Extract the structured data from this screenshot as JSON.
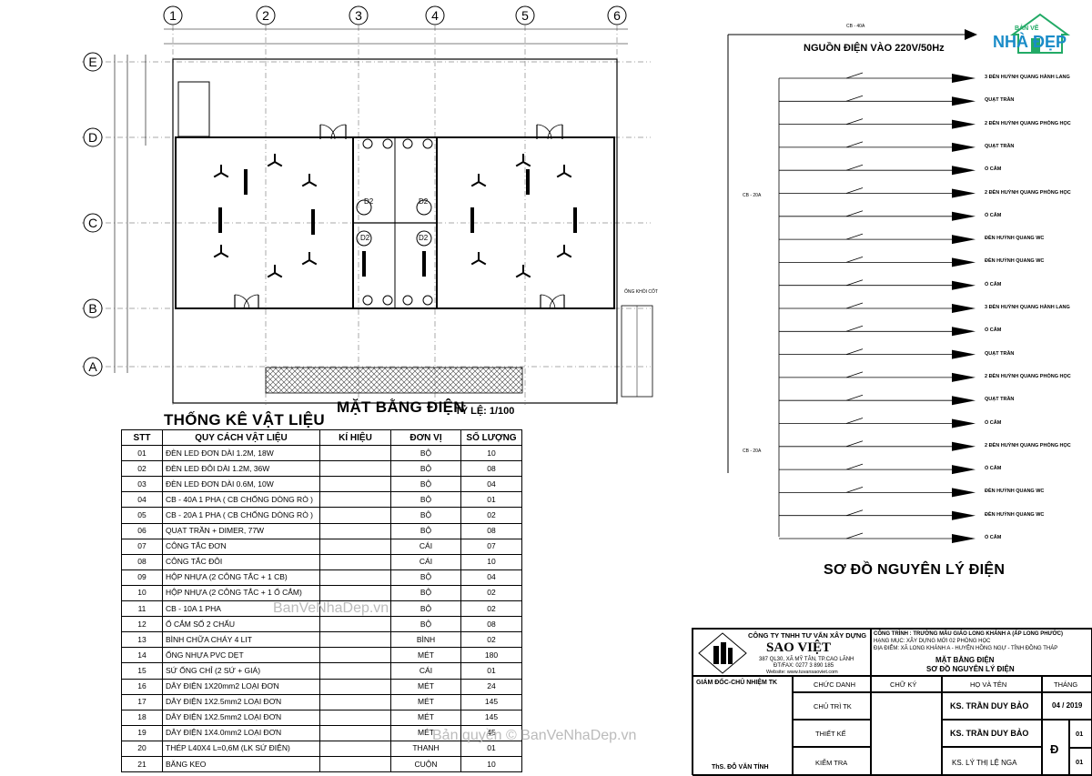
{
  "plan": {
    "grid_columns": [
      "1",
      "2",
      "3",
      "4",
      "5",
      "6"
    ],
    "grid_rows": [
      "E",
      "D",
      "C",
      "B",
      "A"
    ],
    "title": "MẶT BẰNG ĐIỆN",
    "scale": "TỶ LỆ: 1/100",
    "door_tags": [
      "D2",
      "D2",
      "D2",
      "D2"
    ],
    "note": "ỐNG KHÓI CỐT"
  },
  "diagram": {
    "source_label": "NGUỒN ĐIỆN VÀO 220V/50Hz",
    "title": "SƠ ĐỒ NGUYÊN LÝ ĐIỆN",
    "main_breaker": "CB - 40A",
    "branch_breakers": [
      "CB - 20A",
      "CB - 20A"
    ],
    "loads": [
      "3 ĐÈN HUỲNH QUANG HÀNH LANG",
      "QUẠT TRẦN",
      "2 ĐÈN HUỲNH QUANG PHÒNG HỌC",
      "QUẠT TRẦN",
      "Ổ CẮM",
      "2 ĐÈN HUỲNH QUANG PHÒNG HỌC",
      "Ổ CẮM",
      "ĐÈN HUỲNH QUANG WC",
      "ĐÈN HUỲNH QUANG WC",
      "Ổ CẮM",
      "3 ĐÈN HUỲNH QUANG HÀNH LANG",
      "Ổ CẮM",
      "QUẠT TRẦN",
      "2 ĐÈN HUỲNH QUANG PHÒNG HỌC",
      "QUẠT TRẦN",
      "Ổ CẮM",
      "2 ĐÈN HUỲNH QUANG PHÒNG HỌC",
      "Ổ CẮM",
      "ĐÈN HUỲNH QUANG WC",
      "ĐÈN HUỲNH QUANG WC",
      "Ổ CẮM"
    ]
  },
  "materials": {
    "title": "THỐNG KÊ VẬT LIỆU",
    "headers": [
      "STT",
      "QUY CÁCH VẬT LIỆU",
      "KÍ HIỆU",
      "ĐƠN VỊ",
      "SỐ LƯỢNG"
    ],
    "rows": [
      [
        "01",
        "ĐÈN LED ĐƠN DÀI 1.2M, 18W",
        "",
        "BỘ",
        "10"
      ],
      [
        "02",
        "ĐÈN LED ĐÔI DÀI 1.2M, 36W",
        "",
        "BỘ",
        "08"
      ],
      [
        "03",
        "ĐÈN LED ĐƠN DÀI 0.6M, 10W",
        "",
        "BỘ",
        "04"
      ],
      [
        "04",
        "CB - 40A 1 PHA ( CB CHỐNG DÒNG RÒ )",
        "",
        "BỘ",
        "01"
      ],
      [
        "05",
        "CB - 20A 1 PHA ( CB CHỐNG DÒNG RÒ )",
        "",
        "BỘ",
        "02"
      ],
      [
        "06",
        "QUẠT TRẦN + DIMER, 77W",
        "",
        "BỘ",
        "08"
      ],
      [
        "07",
        "CÔNG TẮC ĐƠN",
        "",
        "CÁI",
        "07"
      ],
      [
        "08",
        "CÔNG TẮC ĐÔI",
        "",
        "CÁI",
        "10"
      ],
      [
        "09",
        "HỘP NHỰA (2 CÔNG TẮC + 1 CB)",
        "",
        "BỘ",
        "04"
      ],
      [
        "10",
        "HỘP NHỰA (2 CÔNG TẮC + 1 Ổ CẮM)",
        "",
        "BỘ",
        "02"
      ],
      [
        "11",
        "CB - 10A 1 PHA",
        "",
        "BỘ",
        "02"
      ],
      [
        "12",
        "Ổ CẮM SỐ 2 CHẤU",
        "",
        "BỘ",
        "08"
      ],
      [
        "13",
        "BÌNH CHỮA CHÁY 4 LIT",
        "",
        "BÌNH",
        "02"
      ],
      [
        "14",
        "ỐNG NHỰA PVC DẸT",
        "",
        "MÉT",
        "180"
      ],
      [
        "15",
        "SỨ ỐNG CHỈ (2 SỨ + GIÁ)",
        "",
        "CÁI",
        "01"
      ],
      [
        "16",
        "DÂY ĐIỆN 1X20mm2 LOẠI ĐƠN",
        "",
        "MÉT",
        "24"
      ],
      [
        "17",
        "DÂY ĐIỆN 1X2.5mm2 LOẠI ĐƠN",
        "",
        "MÉT",
        "145"
      ],
      [
        "18",
        "DÂY ĐIỆN 1X2.5mm2 LOẠI ĐƠN",
        "",
        "MÉT",
        "145"
      ],
      [
        "19",
        "DÂY ĐIỆN 1X4.0mm2 LOẠI ĐƠN",
        "",
        "MÉT",
        "45"
      ],
      [
        "20",
        "THÉP L40X4 L=0,6M (LK SỨ ĐIỆN)",
        "",
        "THANH",
        "01"
      ],
      [
        "21",
        "BĂNG KEO",
        "",
        "CUỘN",
        "10"
      ]
    ]
  },
  "titleblock": {
    "company": "CÔNG TY TNHH TƯ VẤN XÂY DỰNG",
    "brand": "SAO VIỆT",
    "address": "387 QL30, XÃ MỸ TÂN, TP.CAO LÃNH",
    "phone": "ĐT/FAX: 0277 3 890 185",
    "website": "Website: www.tuvansaoviet.com",
    "project_lines": [
      "CÔNG TRÌNH : TRƯỜNG MẪU GIÁO LONG KHÁNH A (ẤP LONG PHƯỚC)",
      "HẠNG MỤC: XÂY DỰNG MỚI 02 PHÒNG HỌC",
      "ĐỊA ĐIỂM: XÃ LONG KHÁNH A - HUYỆN HỒNG NGỰ - TỈNH ĐỒNG THÁP"
    ],
    "drawing_title_1": "MẶT BẰNG ĐIỆN",
    "drawing_title_2": "SƠ ĐỒ NGUYÊN LÝ ĐIỆN",
    "director": "GIÁM ĐỐC-CHỦ NHIỆM TK",
    "headers": [
      "CHỨC DANH",
      "CHỮ KÝ",
      "HỌ VÀ TÊN",
      "THÁNG"
    ],
    "roles": [
      "CHỦ TRÌ TK",
      "THIẾT KẾ",
      "KIỂM TRA"
    ],
    "names": [
      "KS. TRẦN DUY BẢO",
      "KS. TRẦN DUY BẢO",
      "KS. LÝ THỊ LỆ NGA"
    ],
    "director_name": "ThS. ĐỖ VĂN TÍNH",
    "date": "04 / 2019",
    "sheet_code": "Đ",
    "sheet_no": [
      "01",
      "01"
    ]
  },
  "watermarks": [
    "BanVeNhaDep.vn",
    "Bản quyền © BanVeNhaDep.vn"
  ],
  "logo": {
    "line1": "BẢN VẼ",
    "line2": "NHÀ ĐẸP"
  }
}
